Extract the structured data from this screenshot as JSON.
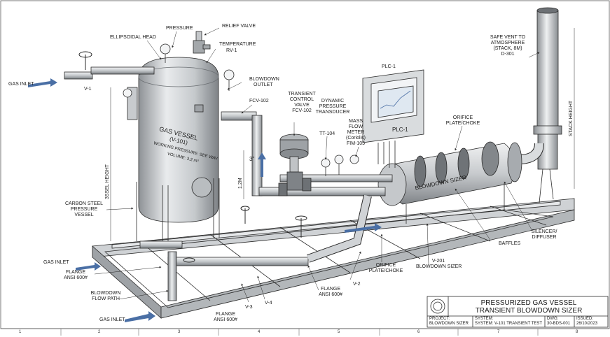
{
  "labels": {
    "ellipsoidal_head": "ELLIPSOIDAL HEAD",
    "pressure": "PRESSURE",
    "relief_valve": "RELIEF VALVE",
    "temperature": "TEMPERATURE",
    "rv1": "RV-1",
    "gas_inlet_top": "GAS INLET",
    "v1": "V-1",
    "blowdown_outlet_1": "BLOWDOWN",
    "blowdown_outlet_2": "OUTLET",
    "fcv102": "FCV-102",
    "transient_1": "TRANSIENT",
    "transient_2": "CONTROL",
    "transient_3": "VALVE",
    "transient_4": "FCV-102",
    "dynamic_1": "DYNAMIC",
    "dynamic_2": "PRESSURE",
    "dynamic_3": "TRANSDUCER",
    "tt104": "TT-104",
    "mass_1": "MASS",
    "mass_2": "FLOW",
    "mass_3": "METER",
    "mass_4": "(Coriolis)",
    "mass_5": "FIM-105",
    "plc_top": "PLC-1",
    "plc_panel": "PLC-1",
    "orifice_top_1": "ORIFICE",
    "orifice_top_2": "PLATE/CHOKE",
    "safe_vent_1": "SAFE VENT TO",
    "safe_vent_2": "ATMOSPHERE",
    "safe_vent_3": "(STACK, 8m)",
    "safe_vent_4": "D-301",
    "stack_height": "STACK HEIGHT",
    "vessel_height": "3SSEL HEIGHT",
    "dim_12m": "1.2M",
    "dim_3in": "3\"",
    "gas_vessel_1": "GAS VESSEL",
    "gas_vessel_2": "(V-101)",
    "gas_vessel_3": "WORKING PRESSURE: SEE WAV",
    "gas_vessel_4": "VOLUME: 3.2 m³",
    "blowdown_sizer_body": "BLOWDOWN SIZER",
    "carbon_1": "CARBON STEEL",
    "carbon_2": "PRESSURE",
    "carbon_3": "VESSEL",
    "gas_inlet_mid": "GAS INLET",
    "flange1_1": "FLANGE",
    "flange1_2": "ANSI 600#",
    "blowdown_flow_1": "BLOWDOWN",
    "blowdown_flow_2": "FLOW PATH",
    "gas_inlet_bottom": "GAS INLET",
    "flange2_1": "FLANGE",
    "flange2_2": "ANSI 600#",
    "v3": "V-3",
    "v4": "V-4",
    "flange3_1": "FLANGE",
    "flange3_2": "ANSI 600#",
    "v2": "V-2",
    "orifice_bot_1": "ORIFICE",
    "orifice_bot_2": "PLATE/CHOKE",
    "v201_1": "V-201",
    "v201_2": "BLOWDOWN SIZER",
    "baffles": "BAFFLES",
    "silencer_1": "SILENCER/",
    "silencer_2": "DIFFUSER"
  },
  "title_block": {
    "title_1": "PRESSURIZED GAS VESSEL",
    "title_2": "TRANSIENT BLOWDOWN SIZER",
    "project_label": "PROJECT:",
    "project_value": "BLOWDOWN SIZER",
    "system_label": "SYSTEM:",
    "system_value": "SYSTEM: V-101 TRANSIENT TEST",
    "dwg_label": "DWG:",
    "dwg_value": "30-BDS-001",
    "issued_label": "ISSUED:",
    "issued_value": "26/10/2023"
  },
  "grid_numbers": [
    "1",
    "2",
    "3",
    "4",
    "5",
    "6",
    "7",
    "8"
  ],
  "colors": {
    "steel_light": "#e4e6e8",
    "steel_mid": "#b8bcc0",
    "steel_dark": "#7d8286",
    "outline": "#2a2a2a",
    "flow_arrow": "#4a6fa5",
    "screen": "#dfe8f1"
  }
}
